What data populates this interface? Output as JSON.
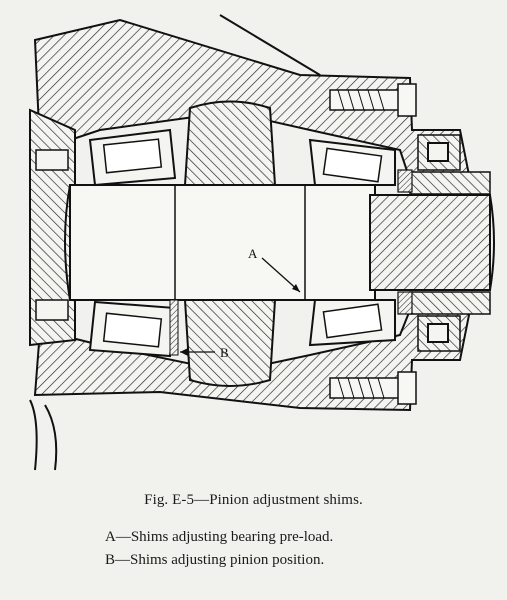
{
  "figure": {
    "caption": "Fig. E-5—Pinion adjustment shims.",
    "callouts": {
      "a": "A",
      "b": "B"
    }
  },
  "legend": {
    "items": [
      {
        "key": "A",
        "text": "A—Shims adjusting bearing pre-load."
      },
      {
        "key": "B",
        "text": "B—Shims adjusting pinion position."
      }
    ]
  }
}
